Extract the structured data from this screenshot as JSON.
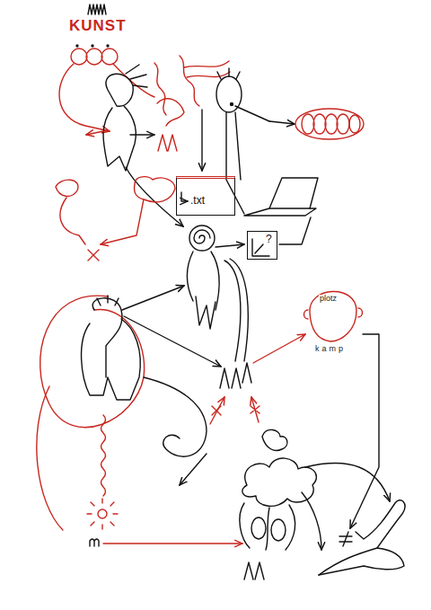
{
  "diagram": {
    "nodes": [
      {
        "text": [
          ".txt"
        ]
      },
      {
        "text": [
          "?"
        ]
      }
    ],
    "labels": [
      "KUNST",
      "plotz",
      "kamp"
    ]
  }
}
